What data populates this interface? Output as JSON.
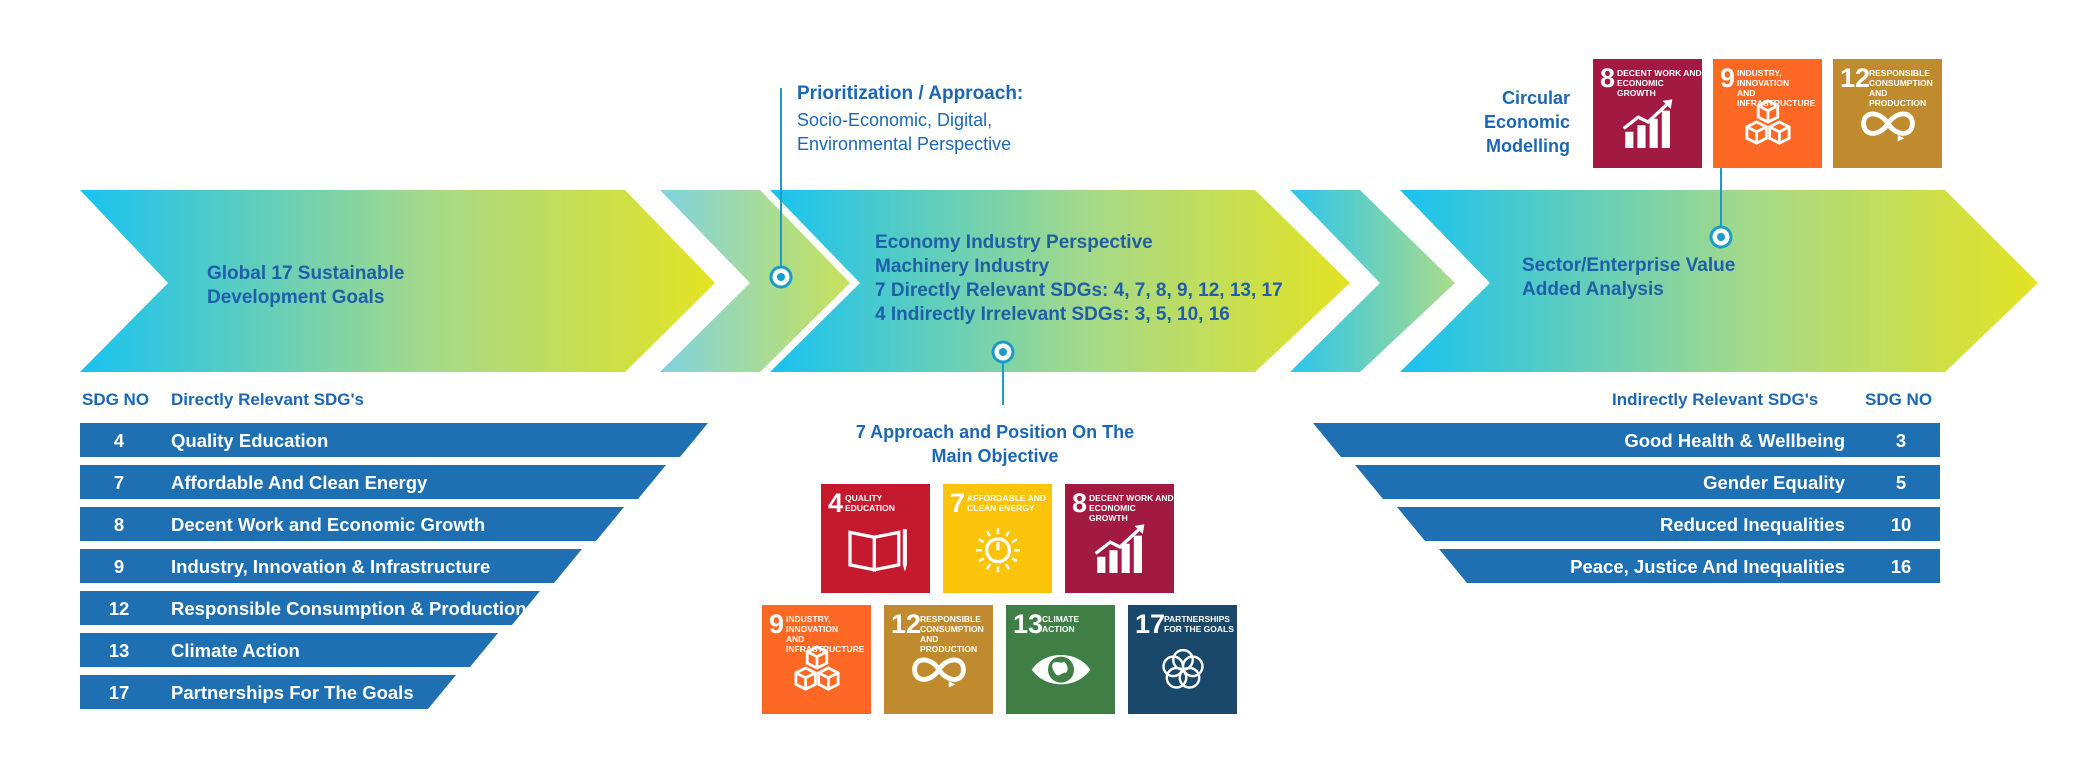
{
  "colors": {
    "accent_blue": "#1b67b5",
    "row_blue": "#1f6fb3",
    "gradient_start": "#18c2f1",
    "gradient_end": "#e3e322"
  },
  "chevrons": {
    "global": "Global 17 Sustainable\nDevelopment Goals",
    "economy": "Economy Industry Perspective\nMachinery Industry\n7 Directly Relevant SDGs: 4, 7, 8, 9, 12, 13, 17\n4 Indirectly  Irrelevant SDGs: 3, 5, 10, 16",
    "sector": "Sector/Enterprise Value\nAdded Analysis"
  },
  "callouts": {
    "prioritization_title": "Prioritization / Approach:",
    "prioritization_body": "Socio-Economic, Digital,\nEnvironmental Perspective",
    "circular": "Circular\nEconomic\nModelling",
    "approach": "7 Approach and Position On The\nMain Objective"
  },
  "direct_table": {
    "header_no": "SDG NO",
    "header_label": "Directly Relevant  SDG's",
    "rows": [
      {
        "no": "4",
        "label": "Quality Education"
      },
      {
        "no": "7",
        "label": "Affordable And Clean Energy"
      },
      {
        "no": "8",
        "label": "Decent Work and Economic Growth"
      },
      {
        "no": "9",
        "label": "Industry, Innovation & Infrastructure"
      },
      {
        "no": "12",
        "label": "Responsible Consumption & Production"
      },
      {
        "no": "13",
        "label": "Climate Action"
      },
      {
        "no": "17",
        "label": "Partnerships For The Goals"
      }
    ]
  },
  "indirect_table": {
    "header_label": "Indirectly Relevant  SDG's",
    "header_no": "SDG NO",
    "rows": [
      {
        "label": "Good Health & Wellbeing",
        "no": "3"
      },
      {
        "label": "Gender Equality",
        "no": "5"
      },
      {
        "label": "Reduced Inequalities",
        "no": "10"
      },
      {
        "label": "Peace, Justice And Inequalities",
        "no": "16"
      }
    ]
  },
  "sdg_tiles_top": [
    {
      "num": "8",
      "label": "DECENT WORK AND\nECONOMIC GROWTH",
      "color": "#a21942",
      "icon": "growth-chart-icon"
    },
    {
      "num": "9",
      "label": "INDUSTRY, INNOVATION\nAND INFRASTRUCTURE",
      "color": "#fd6925",
      "icon": "cubes-icon"
    },
    {
      "num": "12",
      "label": "RESPONSIBLE\nCONSUMPTION\nAND PRODUCTION",
      "color": "#bf8b2e",
      "icon": "infinity-icon"
    }
  ],
  "sdg_tiles_row1": [
    {
      "num": "4",
      "label": "QUALITY\nEDUCATION",
      "color": "#c5192d",
      "icon": "book-icon"
    },
    {
      "num": "7",
      "label": "AFFORDABLE AND\nCLEAN ENERGY",
      "color": "#fcc30b",
      "icon": "sun-power-icon"
    },
    {
      "num": "8",
      "label": "DECENT WORK AND\nECONOMIC GROWTH",
      "color": "#a21942",
      "icon": "growth-chart-icon"
    }
  ],
  "sdg_tiles_row2": [
    {
      "num": "9",
      "label": "INDUSTRY, INNOVATION\nAND INFRASTRUCTURE",
      "color": "#fd6925",
      "icon": "cubes-icon"
    },
    {
      "num": "12",
      "label": "RESPONSIBLE\nCONSUMPTION\nAND PRODUCTION",
      "color": "#bf8b2e",
      "icon": "infinity-icon"
    },
    {
      "num": "13",
      "label": "CLIMATE\nACTION",
      "color": "#3f7e44",
      "icon": "earth-eye-icon"
    },
    {
      "num": "17",
      "label": "PARTNERSHIPS\nFOR THE GOALS",
      "color": "#19486a",
      "icon": "rings-icon"
    }
  ]
}
